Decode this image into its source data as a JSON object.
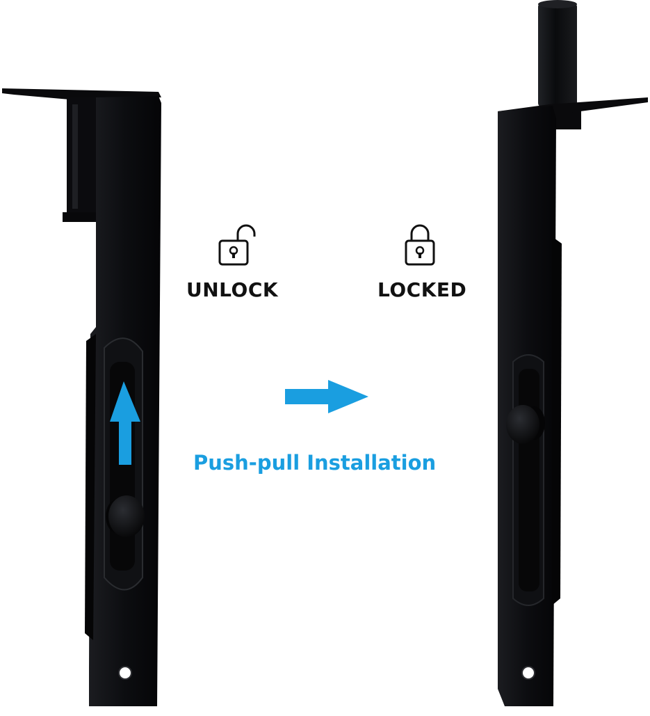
{
  "labels": {
    "unlock": "UNLOCK",
    "locked": "LOCKED",
    "installation": "Push-pull Installation"
  },
  "icons": {
    "unlock": "unlocked-padlock-icon",
    "locked": "locked-padlock-icon",
    "push_arrow": "arrow-up-icon",
    "transition_arrow": "arrow-right-icon"
  },
  "colors": {
    "accent": "#1a9ee0",
    "bolt": "#0d0d0f",
    "text": "#111111",
    "background": "#ffffff"
  }
}
